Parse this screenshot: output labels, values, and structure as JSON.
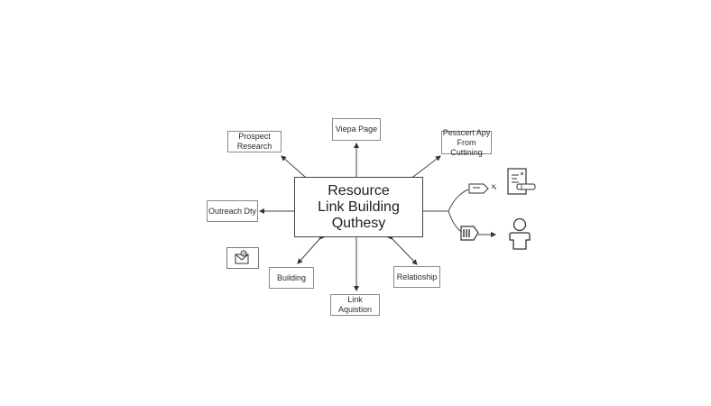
{
  "diagram": {
    "center": {
      "lines": [
        "Resource",
        "Link Building",
        "Quthesy"
      ]
    },
    "nodes": {
      "prospect_research": "Prospect Research",
      "viepa_page": "Viepa Page",
      "pesscert_line1": "Pesscert Apy",
      "pesscert_line2": "From Cuttining",
      "outreach": "Outreach Dty",
      "building": "Building",
      "relatioship": "Relatioship",
      "link_aquistion": "Link Aquistion"
    },
    "side_labels": {
      "x_mark": "×"
    },
    "icons": {
      "email_icon": "envelope-icon",
      "document_icon": "document-icon",
      "tag_icon": "tag-icon",
      "person_icon": "person-icon",
      "outreach_mail_icon": "mail-check-icon"
    }
  }
}
